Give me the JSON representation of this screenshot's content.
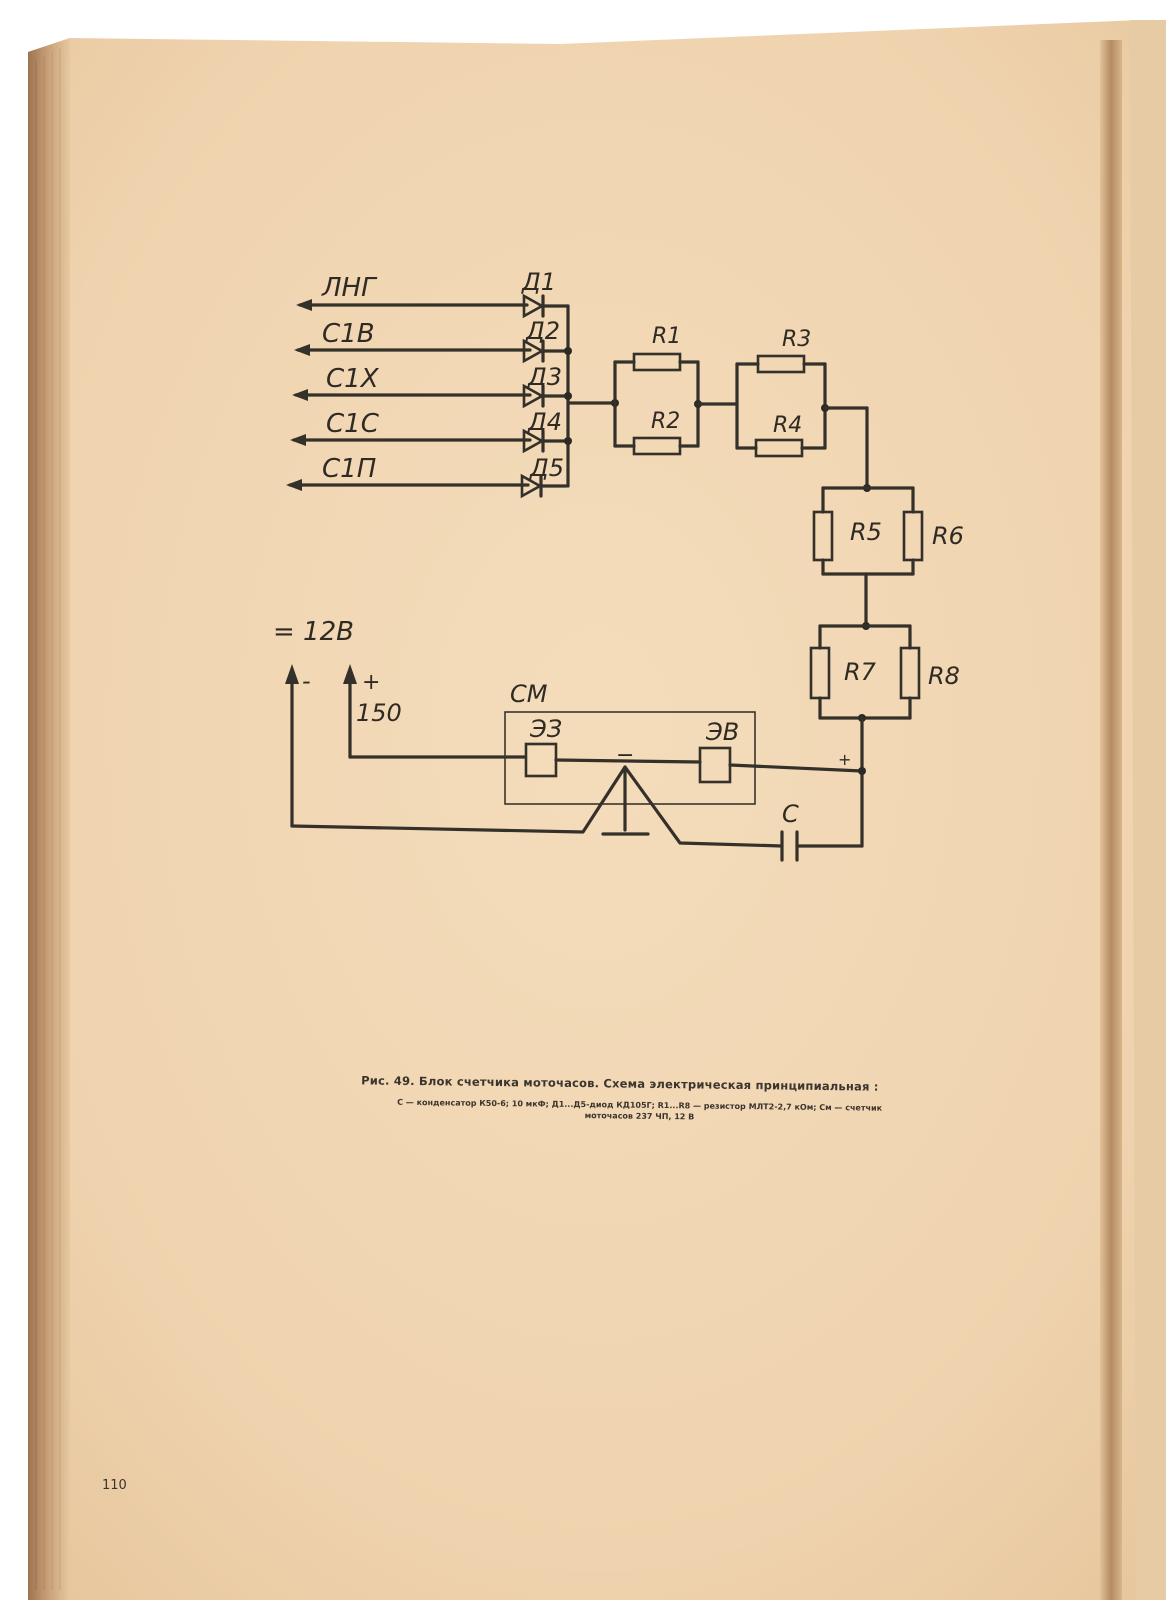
{
  "inputs": [
    {
      "label": "ЛНГ",
      "diode": "Д1"
    },
    {
      "label": "С1В",
      "diode": "Д2"
    },
    {
      "label": "С1Х",
      "diode": "Д3"
    },
    {
      "label": "С1С",
      "diode": "Д4"
    },
    {
      "label": "С1П",
      "diode": "Д5"
    }
  ],
  "resistors": [
    "R1",
    "R2",
    "R3",
    "R4",
    "R5",
    "R6",
    "R7",
    "R8"
  ],
  "power": {
    "voltage": "= 12В",
    "minus": "-",
    "plus": "+",
    "wire_number": "150"
  },
  "counter": {
    "label": "СМ",
    "coil_left": "ЭЗ",
    "coil_right": "ЭВ",
    "plus_mark": "+",
    "minus_mark": "−"
  },
  "capacitor": "C",
  "caption": {
    "title": "Рис. 49. Блок счетчика моточасов. Схема электрическая принципиальная :",
    "legend_line1": "С — конденсатор К50-6; 10 мкФ; Д1...Д5-диод КД105Г; R1...R8 — резистор МЛТ2-2,7 кОм; См — счетчик",
    "legend_line2": "моточасов 237 ЧП, 12 В"
  },
  "page_number": "110",
  "colors": {
    "paper": "#f2d8b6",
    "ink": "#34302a",
    "edge": "#b98e62"
  }
}
